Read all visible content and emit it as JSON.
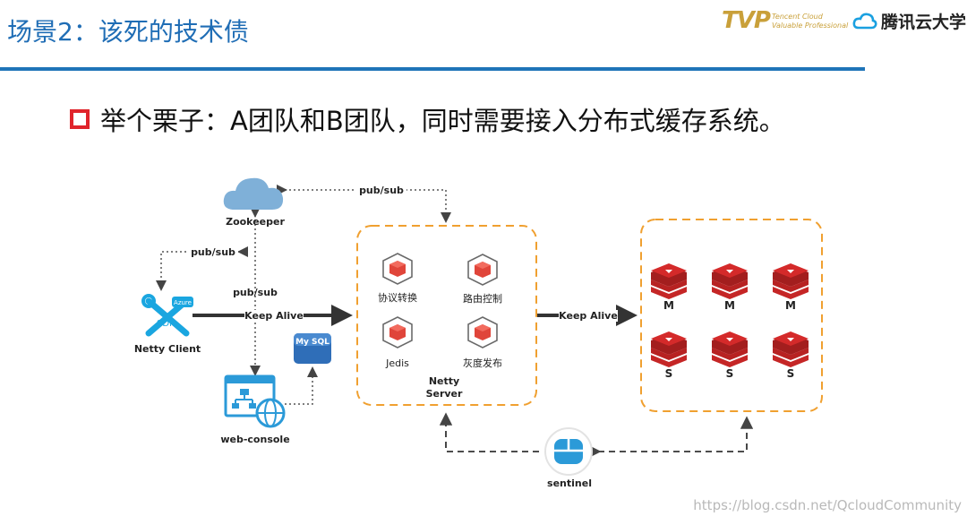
{
  "slide": {
    "title": "场景2：该死的技术债",
    "subtitle": "举个栗子：A团队和B团队，同时需要接入分布式缓存系统。"
  },
  "brand": {
    "tvp_logo": "TVP",
    "tvp_line1": "Tencent Cloud",
    "tvp_line2": "Valuable Professional",
    "tencent_name": "腾讯云大学"
  },
  "diagram": {
    "zookeeper": "Zookeeper",
    "netty_client": "Netty Client",
    "sdk": "SDK",
    "sdk_tag": "Azure",
    "mysql": "My SQL",
    "web_console": "web-console",
    "netty_server_line1": "Netty",
    "netty_server_line2": "Server",
    "sentinel": "sentinel",
    "edge_pubsub_top": "pub/sub",
    "edge_pubsub_left": "pub/sub",
    "edge_pubsub_mid": "pub/sub",
    "edge_keepalive_left": "Keep Alive",
    "edge_keepalive_right": "Keep Alive",
    "modules": [
      "协议转换",
      "路由控制",
      "Jedis",
      "灰度发布"
    ],
    "master_label": "M",
    "slave_label": "S"
  },
  "colors": {
    "title_blue": "#1f6db5",
    "dash_orange": "#f0a030",
    "redis_red": "#d42a2a",
    "cube_red": "#e0453a",
    "cloud_blue": "#7fb0d8",
    "console_blue": "#2b9ad8",
    "mysql_blue": "#2f6eb8"
  },
  "watermark": "https://blog.csdn.net/QcloudCommunity"
}
